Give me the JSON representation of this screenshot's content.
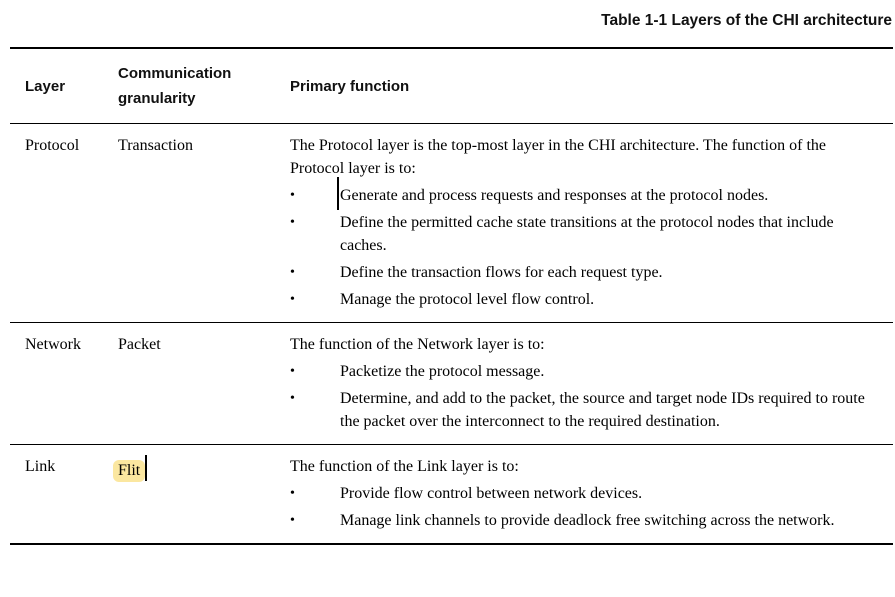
{
  "caption": "Table 1-1 Layers of the CHI architecture",
  "headers": {
    "layer": "Layer",
    "granularity": "Communication granularity",
    "function": "Primary function"
  },
  "bullet_char": "•",
  "colors": {
    "background": "#ffffff",
    "text": "#000000",
    "rule": "#000000",
    "search_highlight": "#fbe7a0",
    "caret": "#000000"
  },
  "rows": [
    {
      "layer": "Protocol",
      "granularity": "Transaction",
      "granularity_highlighted": false,
      "granularity_caret_after": false,
      "intro": "The Protocol layer is the top-most layer in the CHI architecture. The function of the Protocol layer is to:",
      "bullets": [
        {
          "text": "Generate and process requests and responses at the protocol nodes.",
          "caret_before": true
        },
        {
          "text": "Define the permitted cache state transitions at the protocol nodes that include caches.",
          "caret_before": false
        },
        {
          "text": "Define the transaction flows for each request type.",
          "caret_before": false
        },
        {
          "text": "Manage the protocol level flow control.",
          "caret_before": false
        }
      ]
    },
    {
      "layer": "Network",
      "granularity": "Packet",
      "granularity_highlighted": false,
      "granularity_caret_after": false,
      "intro": "The function of the Network layer is to:",
      "bullets": [
        {
          "text": "Packetize the protocol message.",
          "caret_before": false
        },
        {
          "text": "Determine, and add to the packet, the source and target node IDs required to route the packet over the interconnect to the required destination.",
          "caret_before": false
        }
      ]
    },
    {
      "layer": "Link",
      "granularity": "Flit",
      "granularity_highlighted": true,
      "granularity_caret_after": true,
      "intro": "The function of the Link layer is to:",
      "bullets": [
        {
          "text": "Provide flow control between network devices.",
          "caret_before": false
        },
        {
          "text": "Manage link channels to provide deadlock free switching across the network.",
          "caret_before": false
        }
      ]
    }
  ]
}
